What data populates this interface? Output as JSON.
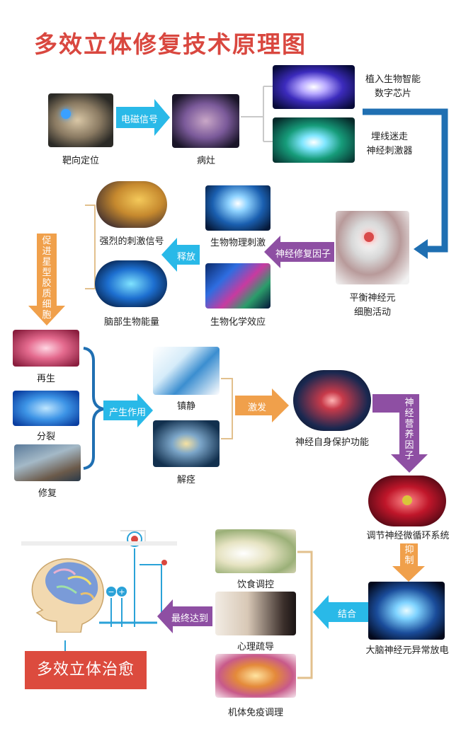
{
  "title": "多效立体修复技术原理图",
  "nodes": {
    "target": "靶向定位",
    "lesion": "病灶",
    "chip": "植入生物智能\n数字芯片",
    "stimulator": "埋线迷走\n神经刺激器",
    "balance": "平衡神经元\n细胞活动",
    "physical": "生物物理刺激",
    "chemical": "生物化学效应",
    "strong": "强烈的刺激信号",
    "energy": "脑部生物能量",
    "regen": "再生",
    "split": "分裂",
    "repair": "修复",
    "sedate": "镇静",
    "spasm": "解痉",
    "protect": "神经自身保护功能",
    "micro": "调节神经微循环系统",
    "discharge": "大脑神经元异常放电",
    "diet": "饮食调控",
    "psych": "心理疏导",
    "immune": "机体免疫调理",
    "final": "多效立体治愈"
  },
  "arrows": {
    "em_signal": "电磁信号",
    "repair_factor": "神经修复因子",
    "release": "释放",
    "astro": "促进星型胶质细胞",
    "produce": "产生作用",
    "trigger": "激发",
    "nutrition": "神经营养因子",
    "inhibit": "抑制",
    "combine": "结合",
    "reach": "最终达到"
  },
  "colors": {
    "title": "#d9473f",
    "cyan_arrow": "#29b9e8",
    "purple_arrow": "#8e4fa3",
    "orange_arrow": "#f0a04b",
    "blue_line": "#1f6fb2",
    "tan_line": "#e2c08d",
    "final_box": "#dc4b3e"
  }
}
